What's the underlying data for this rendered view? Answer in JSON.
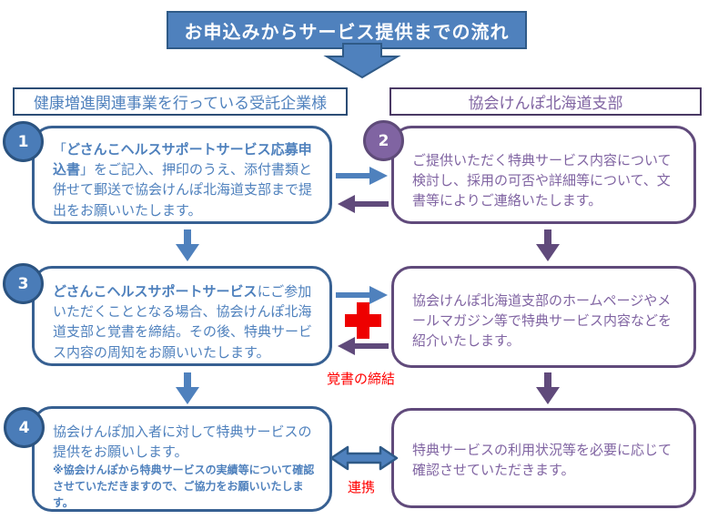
{
  "banner": {
    "title": "お申込みからサービス提供までの流れ"
  },
  "headers": {
    "left": "健康増進関連事業を行っている受託企業様",
    "right": "協会けんぽ北海道支部"
  },
  "boxes": {
    "step1": {
      "number": "1",
      "pre": "「",
      "bold": "どさんこヘルスサポートサービス応募申込書",
      "post": "」をご記入、押印のうえ、添付書類と併せて郵送で協会けんぽ北海道支部まで提出をお願いいたします。"
    },
    "step2": {
      "number": "2",
      "text": "ご提供いただく特典サービス内容について検討し、採用の可否や詳細等について、文書等によりご連絡いたします。"
    },
    "step3": {
      "number": "3",
      "bold": "どさんこヘルスサポートサービス",
      "post": "にご参加いただくこととなる場合、協会けんぽ北海道支部と覚書を締結。その後、特典サービス内容の周知をお願いいたします。"
    },
    "publicize": {
      "text": "協会けんぽ北海道支部のホームページやメールマガジン等で特典サービス内容などを紹介いたします。"
    },
    "step4": {
      "number": "4",
      "main": "協会けんぽ加入者に対して特典サービスの提供をお願いします。",
      "note": "※協会けんぽから特典サービスの実績等について確認させていただきますので、ご協力をお願いいたします。"
    },
    "usage_check": {
      "text": "特典サービスの利用状況等を必要に応じて確認させていただきます。"
    }
  },
  "labels": {
    "memorandum": "覚書の締結",
    "cooperation": "連携"
  },
  "colors": {
    "accent_blue": "#4F81BD",
    "border_blue": "#376092",
    "accent_purple": "#8064A2",
    "border_purple": "#604A7B",
    "red": "#FF0000",
    "banner_fill": "#4F81BD",
    "banner_border": "#2F5A87",
    "banner_text": "#FFFFFF"
  }
}
